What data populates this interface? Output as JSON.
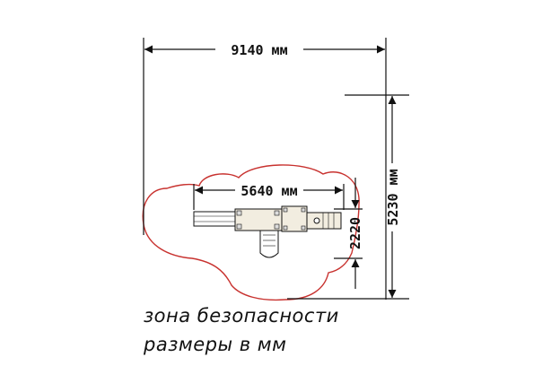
{
  "dimensions": {
    "overall_width": "9140 мм",
    "overall_depth": "5230 мм",
    "equipment_width": "5640 мм",
    "equipment_depth": "2220"
  },
  "legend": {
    "safety_zone": "зона безопасности",
    "units_note": "размеры в мм"
  },
  "colors": {
    "safety_zone_outline": "#c8322f",
    "line": "#111111",
    "equipment_fill": "#f2ede0"
  }
}
